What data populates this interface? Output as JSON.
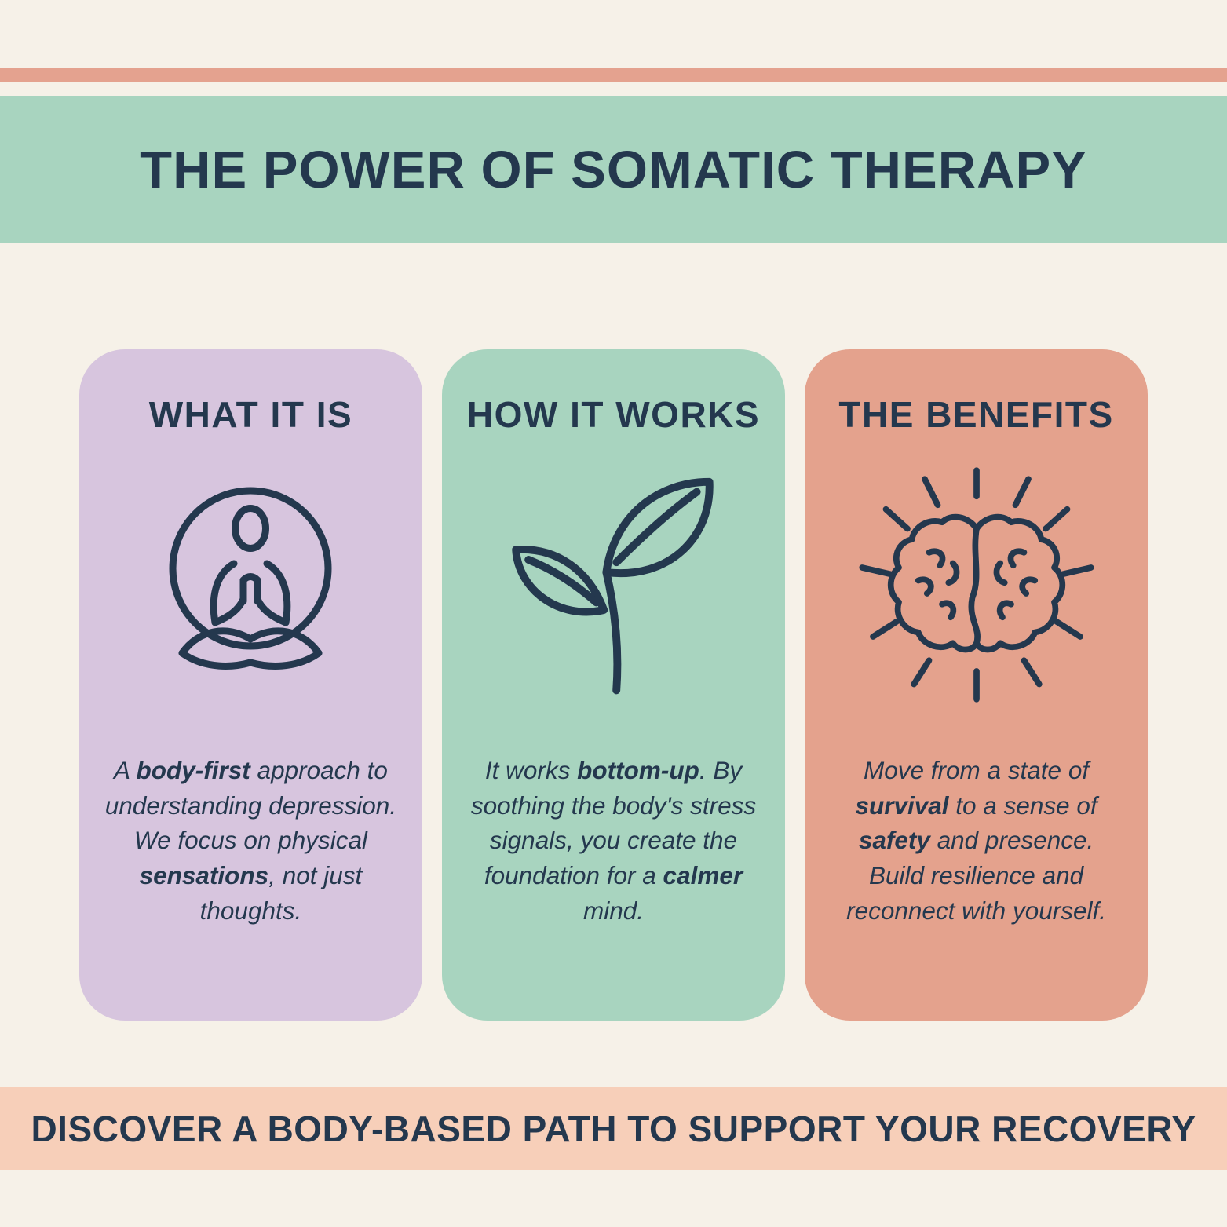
{
  "colors": {
    "cream": "#F6F1E8",
    "stripe": "#E4A28F",
    "mint": "#A8D4BF",
    "lavender": "#D7C5DE",
    "salmon": "#E4A28D",
    "peach": "#F7CFB9",
    "navy": "#24384E"
  },
  "header": {
    "title": "THE POWER OF SOMATIC THERAPY"
  },
  "cards": [
    {
      "heading": "WHAT IT IS",
      "icon": "meditation-person-icon",
      "body": [
        {
          "text": "A ",
          "bold": false
        },
        {
          "text": "body-first",
          "bold": true
        },
        {
          "text": " approach to understanding depression. We focus on physical ",
          "bold": false
        },
        {
          "text": "sensations",
          "bold": true
        },
        {
          "text": ", not just thoughts.",
          "bold": false
        }
      ]
    },
    {
      "heading": "HOW IT WORKS",
      "icon": "seedling-icon",
      "body": [
        {
          "text": "It works  ",
          "bold": false
        },
        {
          "text": "bottom-up",
          "bold": true
        },
        {
          "text": ". By soothing the body's stress signals, you create the foundation for a ",
          "bold": false
        },
        {
          "text": "calmer",
          "bold": true
        },
        {
          "text": " mind.",
          "bold": false
        }
      ]
    },
    {
      "heading": "THE BENEFITS",
      "icon": "brain-icon",
      "body": [
        {
          "text": "Move from a state of ",
          "bold": false
        },
        {
          "text": "survival",
          "bold": true
        },
        {
          "text": " to a sense of ",
          "bold": false
        },
        {
          "text": "safety",
          "bold": true
        },
        {
          "text": " and presence. Build resilience and reconnect with yourself.",
          "bold": false
        }
      ]
    }
  ],
  "footer": {
    "text": "DISCOVER A BODY-BASED PATH TO SUPPORT YOUR RECOVERY"
  }
}
